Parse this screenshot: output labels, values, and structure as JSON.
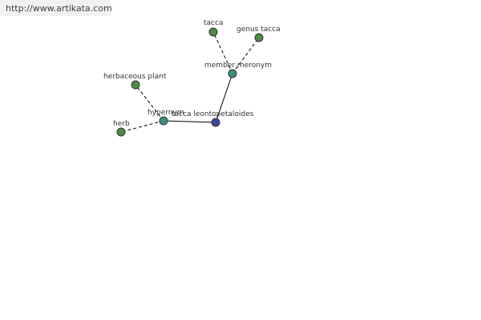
{
  "watermark": {
    "url": "http://www.artikata.com"
  },
  "graph": {
    "nodes": {
      "center": {
        "label": "tacca leontopetaloides",
        "color": "#3b4a9c"
      },
      "hypernym": {
        "label": "hypernym",
        "color": "#3f8c80"
      },
      "member_meronym": {
        "label": "member meronym",
        "color": "#3f8c80"
      },
      "herbaceous_plant": {
        "label": "herbaceous plant",
        "color": "#4e8a46"
      },
      "herb": {
        "label": "herb",
        "color": "#4e8a46"
      },
      "tacca": {
        "label": "tacca",
        "color": "#4e8a46"
      },
      "genus_tacca": {
        "label": "genus tacca",
        "color": "#4e8a46"
      }
    },
    "edges": [
      {
        "from": "center",
        "to": "hypernym",
        "style": "solid"
      },
      {
        "from": "center",
        "to": "member_meronym",
        "style": "solid"
      },
      {
        "from": "hypernym",
        "to": "herbaceous_plant",
        "style": "dashed"
      },
      {
        "from": "hypernym",
        "to": "herb",
        "style": "dashed"
      },
      {
        "from": "member_meronym",
        "to": "tacca",
        "style": "dashed"
      },
      {
        "from": "member_meronym",
        "to": "genus_tacca",
        "style": "dashed"
      }
    ]
  }
}
